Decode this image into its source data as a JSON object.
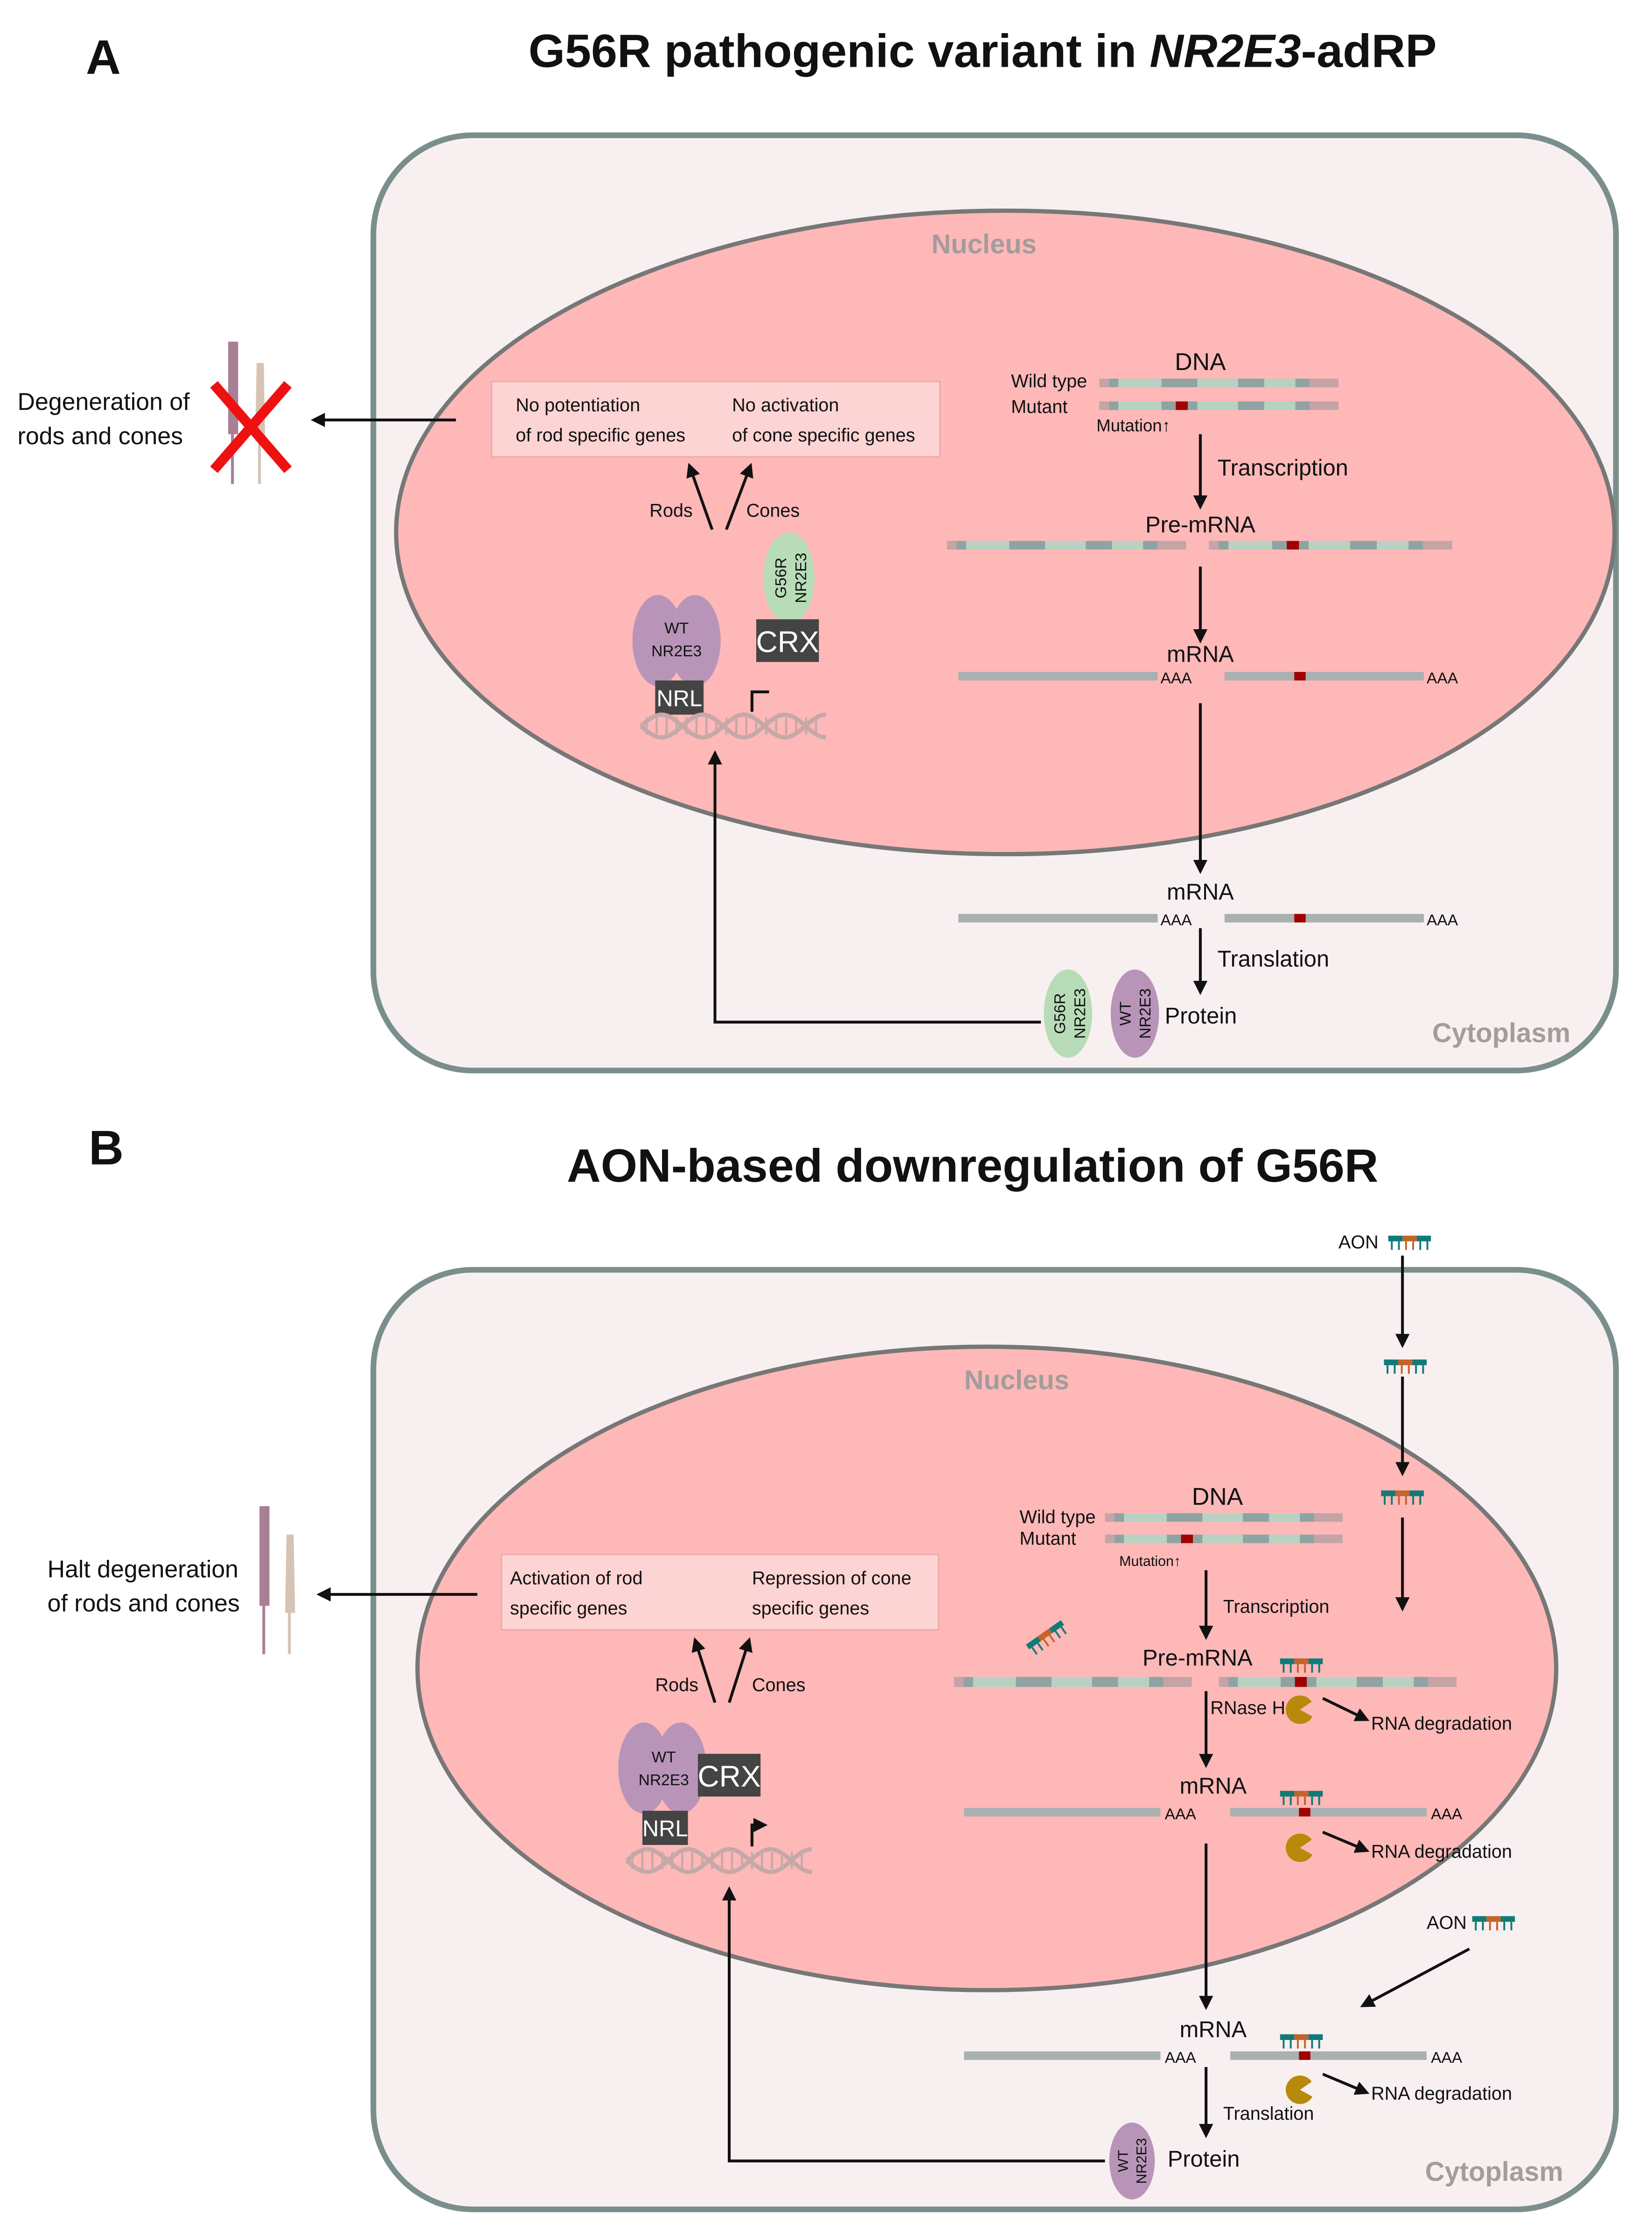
{
  "panel_a": {
    "letter": "A",
    "title_prefix": "G56R pathogenic variant in ",
    "title_gene": "NR2E3",
    "title_suffix": "-adRP",
    "nucleus": "Nucleus",
    "cytoplasm": "Cytoplasm",
    "outcome": [
      "Degeneration of",
      "rods and cones"
    ],
    "box_left": [
      "No potentiation",
      "of rod specific genes"
    ],
    "box_right": [
      "No activation",
      "of cone specific genes"
    ],
    "rods": "Rods",
    "cones": "Cones",
    "wt_label": [
      "WT",
      "NR2E3"
    ],
    "g56r_label": [
      "G56R",
      "NR2E3"
    ],
    "nrl": "NRL",
    "crx": "CRX",
    "dna": "DNA",
    "wild_type": "Wild type",
    "mutant": "Mutant",
    "mutation": "Mutation",
    "transcription": "Transcription",
    "pre_mrna": "Pre-mRNA",
    "mrna": "mRNA",
    "polya": "AAA",
    "translation": "Translation",
    "protein": "Protein"
  },
  "panel_b": {
    "letter": "B",
    "title": "AON-based downregulation of G56R",
    "nucleus": "Nucleus",
    "cytoplasm": "Cytoplasm",
    "outcome": [
      "Halt degeneration",
      "of rods and cones"
    ],
    "box_left": [
      "Activation of rod",
      "specific genes"
    ],
    "box_right": [
      "Repression of cone",
      "specific genes"
    ],
    "rods": "Rods",
    "cones": "Cones",
    "wt_label": [
      "WT",
      "NR2E3"
    ],
    "nrl": "NRL",
    "crx": "CRX",
    "aon": "AON",
    "dna": "DNA",
    "wild_type": "Wild type",
    "mutant": "Mutant",
    "mutation": "Mutation",
    "transcription": "Transcription",
    "pre_mrna": "Pre-mRNA",
    "rnase_h": "RNase H",
    "rna_degradation": "RNA degradation",
    "mrna": "mRNA",
    "polya": "AAA",
    "translation": "Translation",
    "protein": "Protein"
  },
  "colors": {
    "cell_fill": "#f8f0f0",
    "cell_stroke": "#7b8e8e",
    "nucleus_fill": "#feb8b8",
    "wt_protein": "#b895b8",
    "g56r_protein": "#b8dcb8",
    "mutation": "#a00000",
    "aon_teal": "#0f7b78",
    "aon_orange": "#c4632a",
    "rnase_h": "#b8890a",
    "cross": "#ee1111"
  }
}
